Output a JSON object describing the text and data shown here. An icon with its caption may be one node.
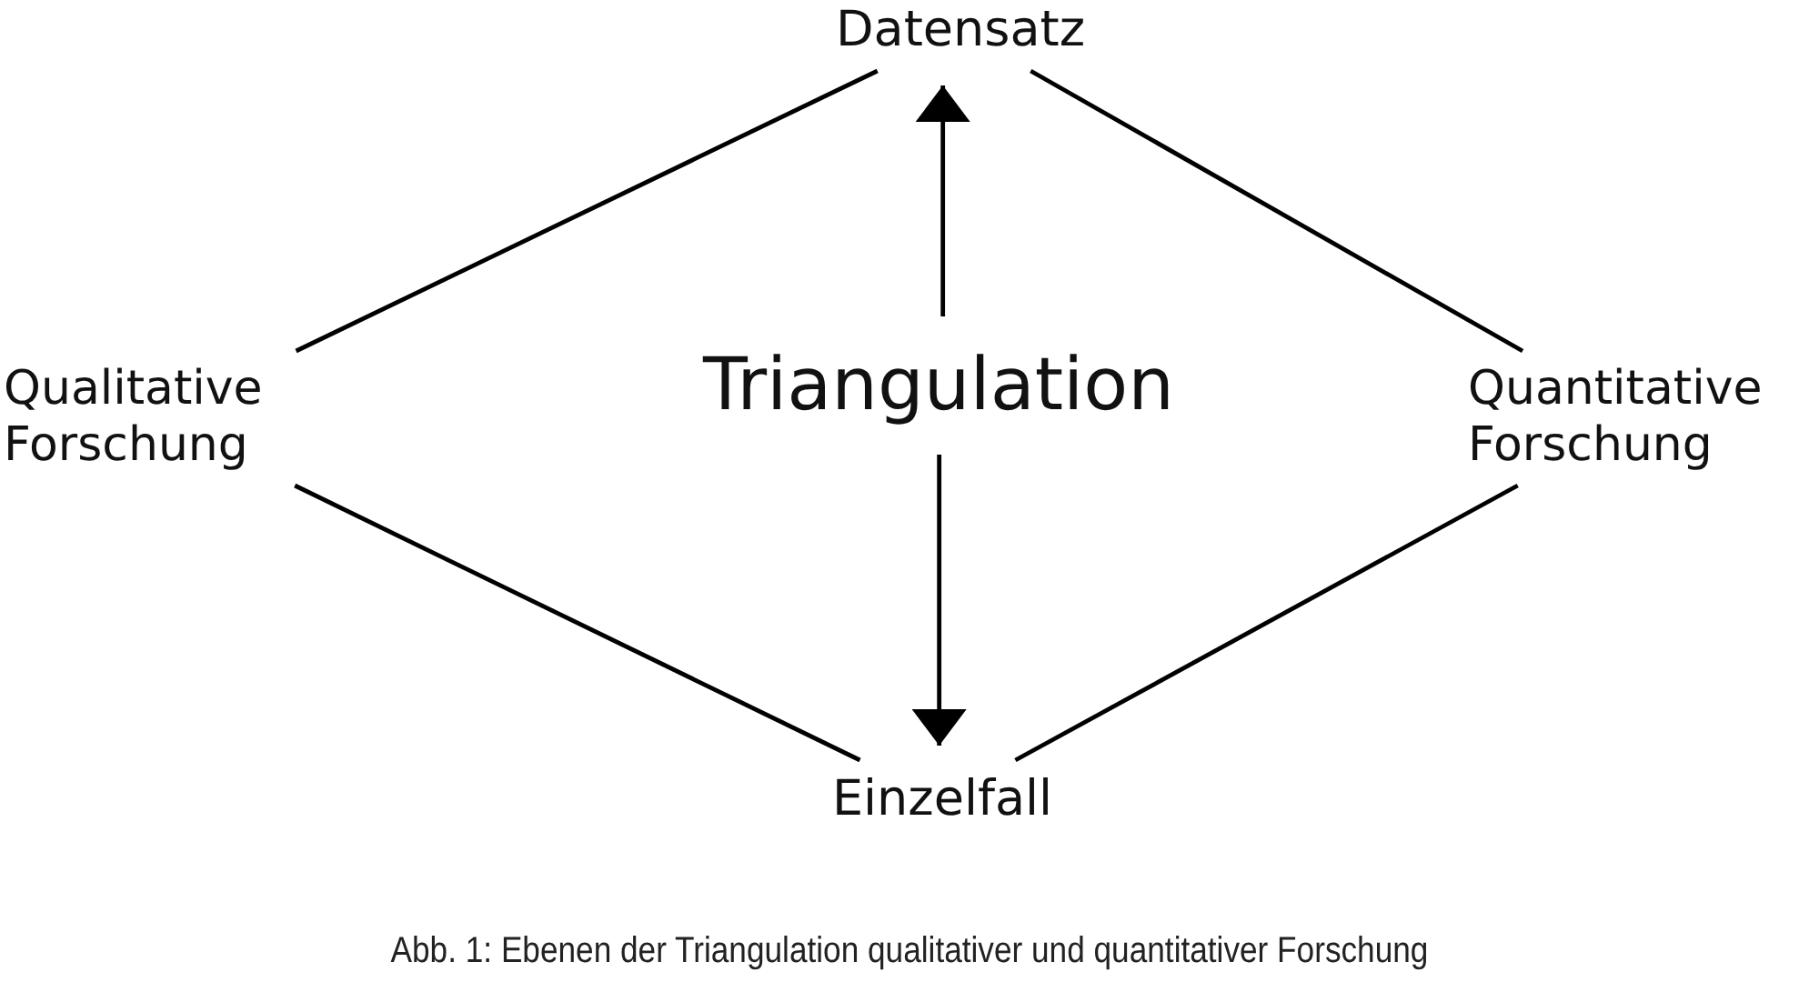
{
  "diagram": {
    "caption": "Abb. 1:  Ebenen der Triangulation qualitativer und quantitativer Forschung",
    "nodes": [
      {
        "text": [
          "Datensatz"
        ]
      },
      {
        "text": [
          "Qualitative Forschung"
        ]
      },
      {
        "text": [
          "Triangulation"
        ]
      },
      {
        "text": [
          "Quantitative Forschung"
        ]
      },
      {
        "text": [
          "Einzelfall"
        ]
      }
    ],
    "edges": [
      {
        "from": 1,
        "to": 0,
        "arrow": "none"
      },
      {
        "from": 0,
        "to": 3,
        "arrow": "none"
      },
      {
        "from": 1,
        "to": 4,
        "arrow": "none"
      },
      {
        "from": 4,
        "to": 3,
        "arrow": "none"
      },
      {
        "from": 2,
        "to": 0,
        "arrow": "to"
      },
      {
        "from": 2,
        "to": 4,
        "arrow": "to"
      }
    ]
  }
}
